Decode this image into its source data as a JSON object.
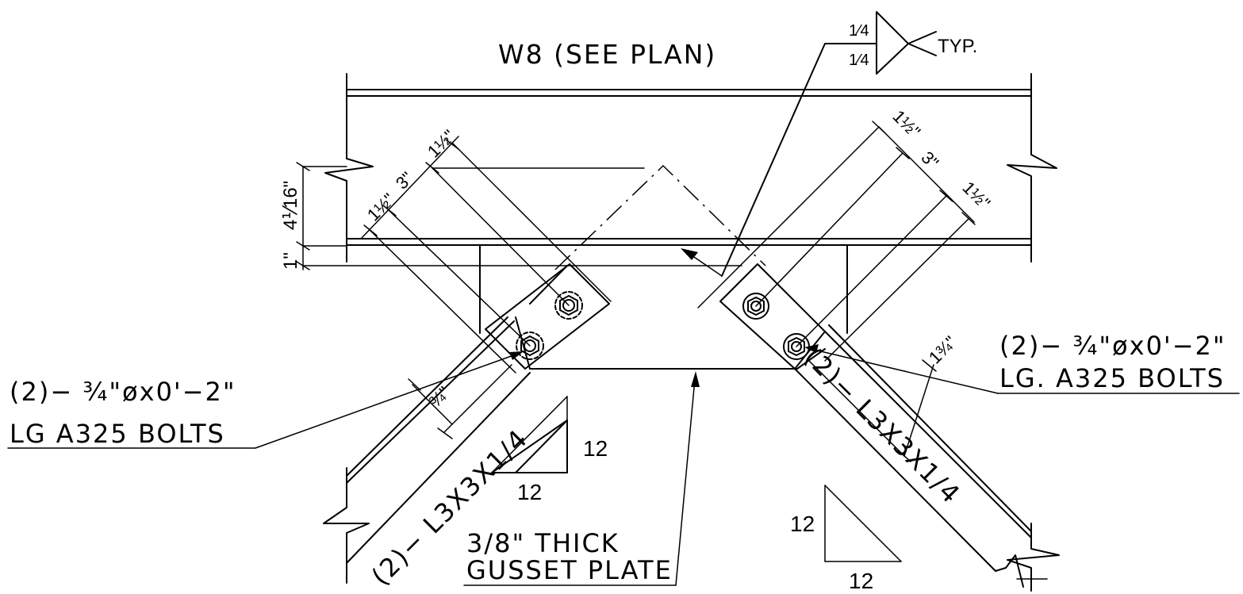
{
  "beam_label": "W8 (SEE PLAN)",
  "weld": {
    "top_size": "1⁄4",
    "bottom_size": "1⁄4",
    "note": "TYP."
  },
  "left_bolts": {
    "line1": "(2)− ¾\"øx0'−2\"",
    "line2": "LG A325 BOLTS"
  },
  "right_bolts": {
    "line1": "(2)− ¾\"øx0'−2\"",
    "line2": "LG. A325 BOLTS"
  },
  "gusset": {
    "line1": "3/8\" THICK",
    "line2": "GUSSET PLATE"
  },
  "left_member": "(2)− L3X3X1/4",
  "right_member": "(2)− L3X3X1/4",
  "slope_left": {
    "rise": "12",
    "run": "12"
  },
  "slope_right": {
    "rise": "12",
    "run": "12"
  },
  "dims": {
    "vert_4": "4⅟16\"",
    "vert_1": "1\"",
    "left_a": "1½\"",
    "left_b": "3\"",
    "left_c": "1½\"",
    "left_edge": "¾\"",
    "right_a": "1½\"",
    "right_b": "3\"",
    "right_c": "1½\"",
    "right_edge": "1¾\""
  }
}
